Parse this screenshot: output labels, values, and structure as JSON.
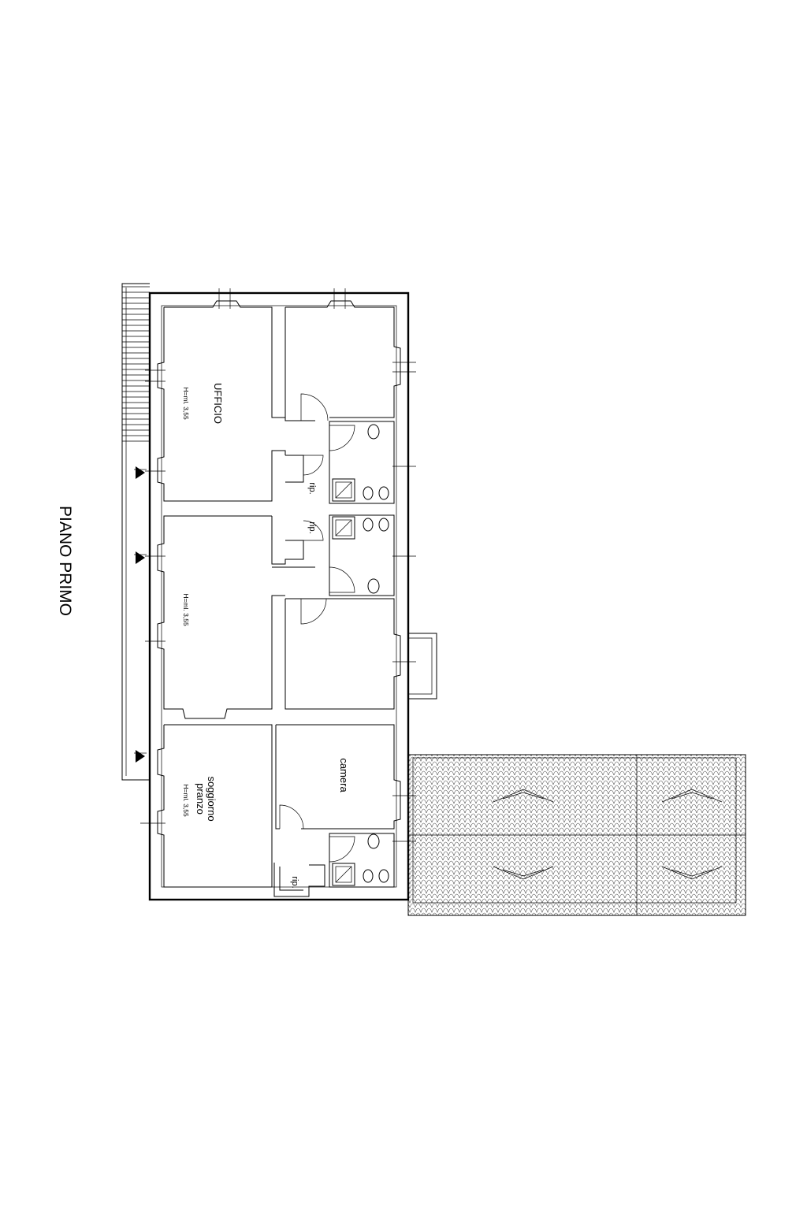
{
  "drawing": {
    "title": "PIANO PRIMO",
    "rooms": {
      "ufficio": "UFFICIO",
      "soggiorno_line1": "soggiorno",
      "soggiorno_line2": "pranzo",
      "camera": "camera",
      "ripostiglio_1": "rip.",
      "ripostiglio_2": "rip.",
      "ripostiglio_3": "rip."
    },
    "heights": {
      "ufficio": "H=ml. 3,55",
      "middle": "H=ml. 3,55",
      "soggiorno": "H=ml. 3,55"
    }
  }
}
